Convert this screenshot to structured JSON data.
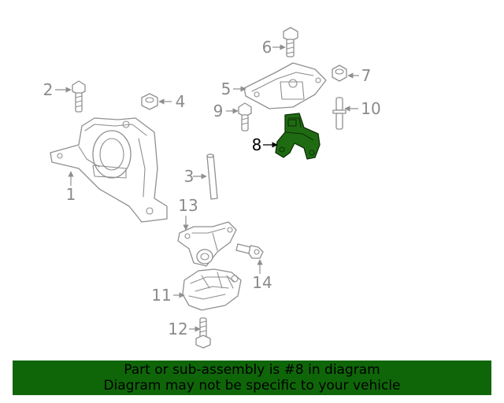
{
  "labels": {
    "l1": "1",
    "l2": "2",
    "l3": "3",
    "l4": "4",
    "l5": "5",
    "l6": "6",
    "l7": "7",
    "l8": "8",
    "l9": "9",
    "l10": "10",
    "l11": "11",
    "l12": "12",
    "l13": "13",
    "l14": "14"
  },
  "highlighted_part": "8",
  "colors": {
    "highlight": "#1f6b12",
    "banner": "#0f6609",
    "line_art": "#8f8f8f"
  },
  "banner": {
    "line1": "Part or sub-assembly is #8 in diagram",
    "line2": "Diagram may not be specific to your vehicle"
  }
}
